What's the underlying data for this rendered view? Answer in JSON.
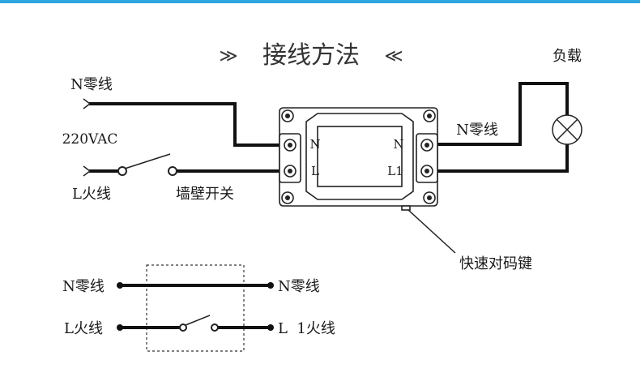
{
  "colors": {
    "top_bar": "#2ea7e0",
    "wire": "#111111",
    "line_thin": "#222222",
    "text": "#1a1a1a",
    "title": "#333333",
    "module_fill": "#ffffff",
    "dashed_box": "#333333"
  },
  "title": {
    "left_deco": "≫",
    "text": "接线方法",
    "right_deco": "≪"
  },
  "top_diagram": {
    "input_n_label": "N零线",
    "voltage_label": "220VAC",
    "input_l_label": "L火线",
    "wall_switch_label": "墙壁开关",
    "load_label": "负载",
    "output_n_label": "N零线",
    "module": {
      "terminal_n_left": "N",
      "terminal_l_left": "L",
      "terminal_n_right": "N",
      "terminal_l_right": "L1"
    },
    "pairing_key_label": "快速对码键",
    "load_icon": "lamp-icon"
  },
  "bottom_diagram": {
    "in_n_label": "N零线",
    "in_l_label": "L火线",
    "out_n_label": "N零线",
    "out_l_label": "L  1火线"
  }
}
